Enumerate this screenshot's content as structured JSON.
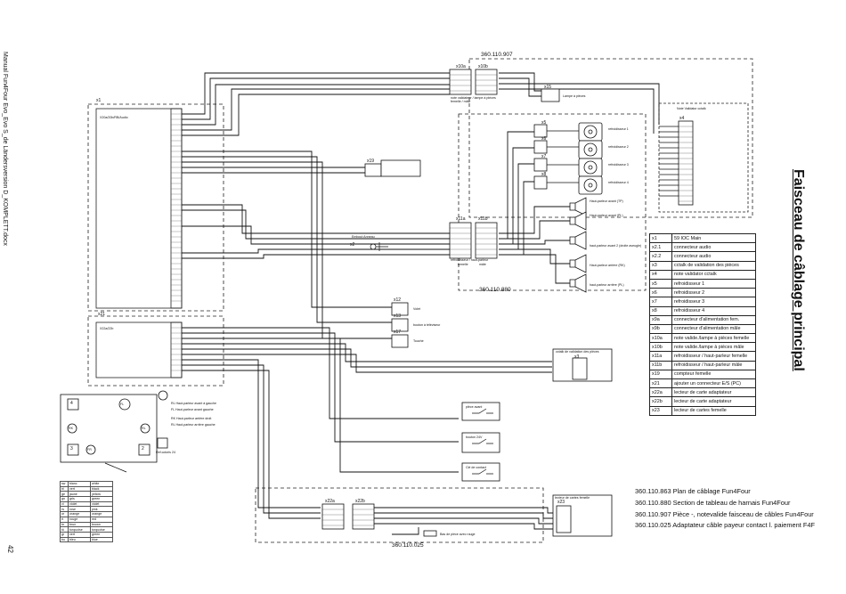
{
  "page": {
    "side_footer": "Manual Fun4Four Evo_Evo S_de Ländersversion D_KOMPLETT.docx",
    "page_number": "42",
    "title": "Faisceau de câblage principal"
  },
  "diagram": {
    "harness_907": "360.110.907",
    "harness_880": "360.110.880",
    "harness_025": "360.110.025",
    "connectors": {
      "x1": "x1",
      "x21": "x21",
      "x10a": "x10a",
      "x10b": "x10b",
      "x15": "x15",
      "x4": "x4",
      "x5": "x5",
      "x6": "x6",
      "x7": "x7",
      "x8": "x8",
      "x19": "x19",
      "x11a": "x11a",
      "x11b": "x11b",
      "x2": "x2",
      "x12": "x12",
      "x13": "x13",
      "x17": "x17",
      "x3": "x3",
      "x22a": "x22a",
      "x22b": "x22b",
      "x23": "x23"
    },
    "labels": {
      "lampe": "Lampe à pièces",
      "cooler1": "refroidisseur 1",
      "cooler2": "refroidisseur 2",
      "cooler3": "refroidisseur 3",
      "cooler4": "refroidisseur 4",
      "x10_caption": "note validateur / lampe à pièces femelle / mâle",
      "x11_caption": "refroidisseur / haut-parleur",
      "x11a_gender": "femelle",
      "x11b_gender": "mâle",
      "validator_box": "cctalk de validation des pièces",
      "x4_box": "Note Validator cctalk",
      "x23_box": "lecteur de cartes femelle",
      "spk1": "Haut-parleur avant (TP)",
      "spk2": "Haut-parleur avant (PL)",
      "spk3": "haut-parleur avant 2 (droite aveugle)",
      "spk4": "Haut-parleur arrière (RK)",
      "spk5": "haut-parleur arrière (PL)",
      "x12_lbl": "Volet",
      "x13_lbl": "bouton à téléviseur",
      "x17_lbl": "Touche",
      "endcap": "Embout Alimentation",
      "x1_top": "X20a/20b/RB/Audio",
      "x21_top": "X22a/22b",
      "dimmer": "Embout Anneau",
      "switch1": "pièce avant",
      "switch2": "bouton 24V",
      "switch3": "Clé de contact",
      "wire_note": "Bas de pièce avec rouge"
    },
    "panel_marks": [
      "4",
      "FL",
      "RK",
      "RL",
      "3",
      "FR",
      "2"
    ],
    "panel_notes": [
      "RL Haut-parleur avant à gauche",
      "FL Haut-parleur avant gauche",
      "RK Haut-parleur arrière droit",
      "RL Haut-parleur arrière gauche"
    ],
    "panel_caption": "Ref.coloris 24"
  },
  "legend": [
    {
      "k": "x1",
      "v": "59 IOC Main"
    },
    {
      "k": "x2.1",
      "v": "connecteur audio"
    },
    {
      "k": "x2.2",
      "v": "connecteur audio"
    },
    {
      "k": "x3",
      "v": "cctalk de validation des pièces"
    },
    {
      "k": "x4",
      "v": "note validator cctalk"
    },
    {
      "k": "x5",
      "v": "refroidisseur 1"
    },
    {
      "k": "x6",
      "v": "refroidisseur 2"
    },
    {
      "k": "x7",
      "v": "refroidisseur 3"
    },
    {
      "k": "x8",
      "v": "refroidisseur 4"
    },
    {
      "k": "x9a",
      "v": "connecteur d'alimentation fem."
    },
    {
      "k": "x9b",
      "v": "connecteur d'alimentation mâle"
    },
    {
      "k": "x10a",
      "v": "note valide./lampe à pièces femelle"
    },
    {
      "k": "x10b",
      "v": "note valide./lampe à pièces mâle"
    },
    {
      "k": "x11a",
      "v": "refroidisseur / haut-parleur femelle"
    },
    {
      "k": "x11b",
      "v": "refroidisseur / haut-parleur mâle"
    },
    {
      "k": "x19",
      "v": "compteur femelle"
    },
    {
      "k": "x21",
      "v": "ajouter un connecteur E/S (PC)"
    },
    {
      "k": "x22a",
      "v": "lecteur de carte adaptateur"
    },
    {
      "k": "x22b",
      "v": "lecteur de carte adaptateur"
    },
    {
      "k": "x23",
      "v": "lecteur de cartes femelle"
    }
  ],
  "references": [
    "360.110.863 Plan de câblage Fun4Four",
    "360.110.880 Section de tableau de harnais Fun4Four",
    "360.110.907 Pièce -, notevalide faisceau de câbles Fun4Four",
    "360.110.025 Adaptateur câble payeur contact l. paiement F4F"
  ],
  "color_table": [
    [
      "sw",
      "blanc",
      "white"
    ],
    [
      "bl",
      "vert",
      "black"
    ],
    [
      "ge",
      "jaune",
      "yellow"
    ],
    [
      "gn",
      "gris",
      "green"
    ],
    [
      "vi",
      "violet",
      "violet"
    ],
    [
      "rs",
      "rose",
      "pink"
    ],
    [
      "or",
      "orange",
      "orange"
    ],
    [
      "rt",
      "rouge",
      "red"
    ],
    [
      "br",
      "brun",
      "brown"
    ],
    [
      "tü",
      "turquoise",
      "turquoise"
    ],
    [
      "gr",
      "vert",
      "green"
    ],
    [
      "bu",
      "bleu",
      "blue"
    ]
  ]
}
